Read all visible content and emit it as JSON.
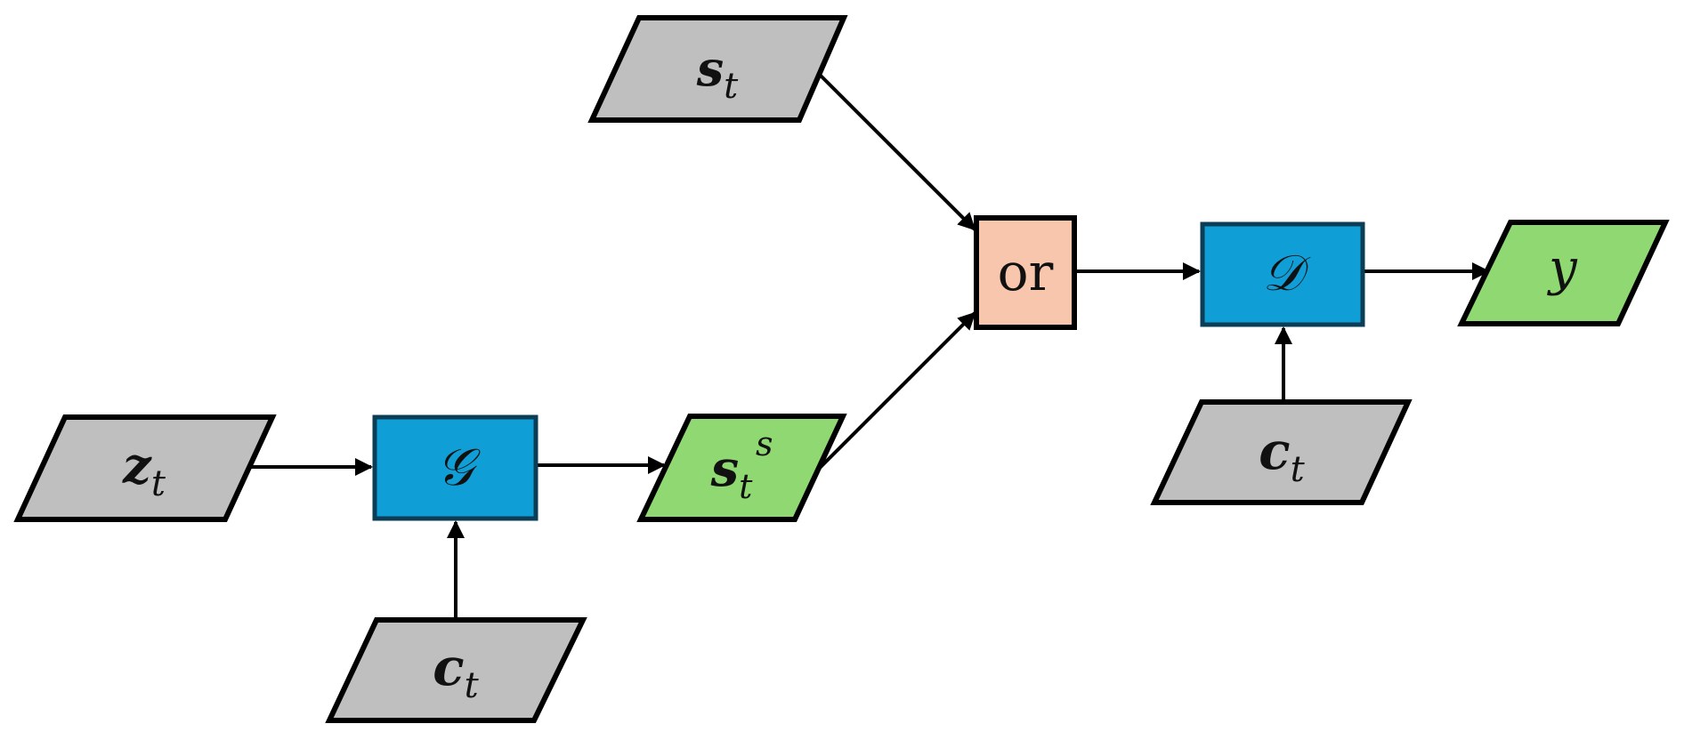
{
  "colors": {
    "input": "#BFBFBF",
    "output": "#8FD872",
    "module": "#109ED6",
    "module_border": "#0B3D56",
    "selector": "#F7C6AC",
    "stroke": "#000000"
  },
  "nodes": {
    "s_t": {
      "main": "s",
      "sub": "t"
    },
    "or": {
      "label": "or"
    },
    "discriminator": {
      "label": "𝒟"
    },
    "y": {
      "label": "y"
    },
    "c_t_right": {
      "main": "c",
      "sub": "t"
    },
    "z_t": {
      "main": "z",
      "sub": "t"
    },
    "generator": {
      "label": "𝒢"
    },
    "s_t_s": {
      "main": "s",
      "sub": "t",
      "sup": "s"
    },
    "c_t_bottom": {
      "main": "c",
      "sub": "t"
    }
  },
  "edges": [
    {
      "from": "s_t",
      "to": "or"
    },
    {
      "from": "s_t_s",
      "to": "or"
    },
    {
      "from": "or",
      "to": "discriminator"
    },
    {
      "from": "discriminator",
      "to": "y"
    },
    {
      "from": "c_t_right",
      "to": "discriminator"
    },
    {
      "from": "z_t",
      "to": "generator"
    },
    {
      "from": "c_t_bottom",
      "to": "generator"
    },
    {
      "from": "generator",
      "to": "s_t_s"
    }
  ]
}
